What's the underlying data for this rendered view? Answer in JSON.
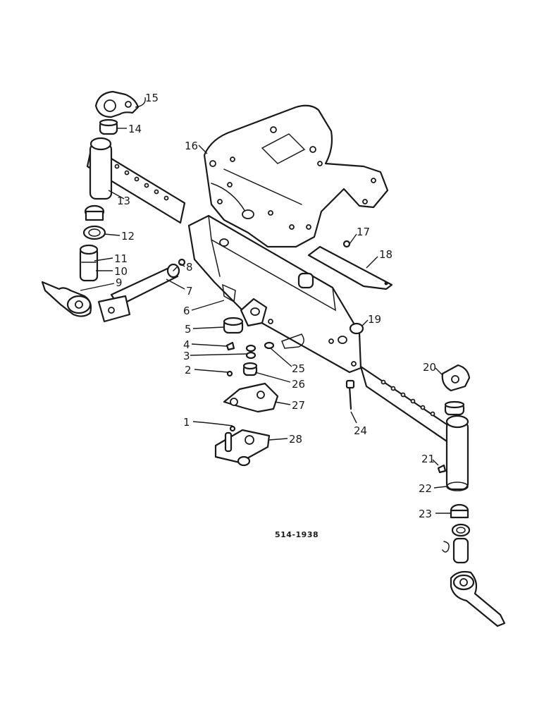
{
  "figure_ref": "514-1938",
  "callouts": [
    "1",
    "2",
    "3",
    "4",
    "5",
    "6",
    "7",
    "8",
    "9",
    "10",
    "11",
    "12",
    "13",
    "14",
    "15",
    "16",
    "17",
    "18",
    "19",
    "20",
    "21",
    "22",
    "23",
    "24",
    "25",
    "26",
    "27",
    "28"
  ],
  "colors": {
    "line": "#1a1a1a",
    "paper": "#ffffff"
  }
}
